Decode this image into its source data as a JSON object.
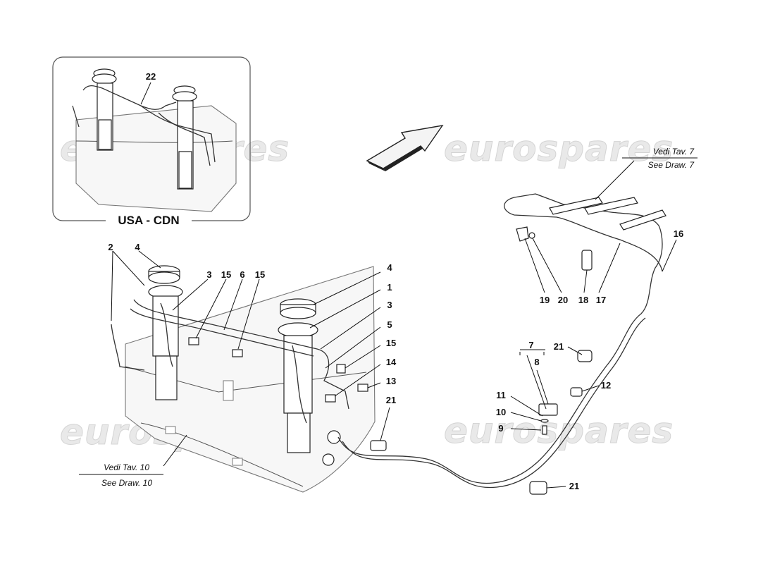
{
  "inset": {
    "title": "USA - CDN",
    "part": "22"
  },
  "watermark": "eurospares",
  "references": {
    "top_right": {
      "line1": "Vedi Tav. 7",
      "line2": "See Draw. 7"
    },
    "bottom_left": {
      "line1": "Vedi Tav. 10",
      "line2": "See Draw. 10"
    }
  },
  "callouts": {
    "c2": "2",
    "c4a": "4",
    "c3a": "3",
    "c15a": "15",
    "c6": "6",
    "c15b": "15",
    "c4b": "4",
    "c1": "1",
    "c3b": "3",
    "c5": "5",
    "c15c": "15",
    "c14": "14",
    "c13": "13",
    "c21a": "21",
    "c7": "7",
    "c8": "8",
    "c11": "11",
    "c10": "10",
    "c9": "9",
    "c21b": "21",
    "c12": "12",
    "c21c": "21",
    "c19": "19",
    "c20": "20",
    "c18": "18",
    "c17": "17",
    "c16": "16"
  },
  "colors": {
    "line": "#222222",
    "watermark": "#e9e9e9",
    "background": "#ffffff"
  }
}
